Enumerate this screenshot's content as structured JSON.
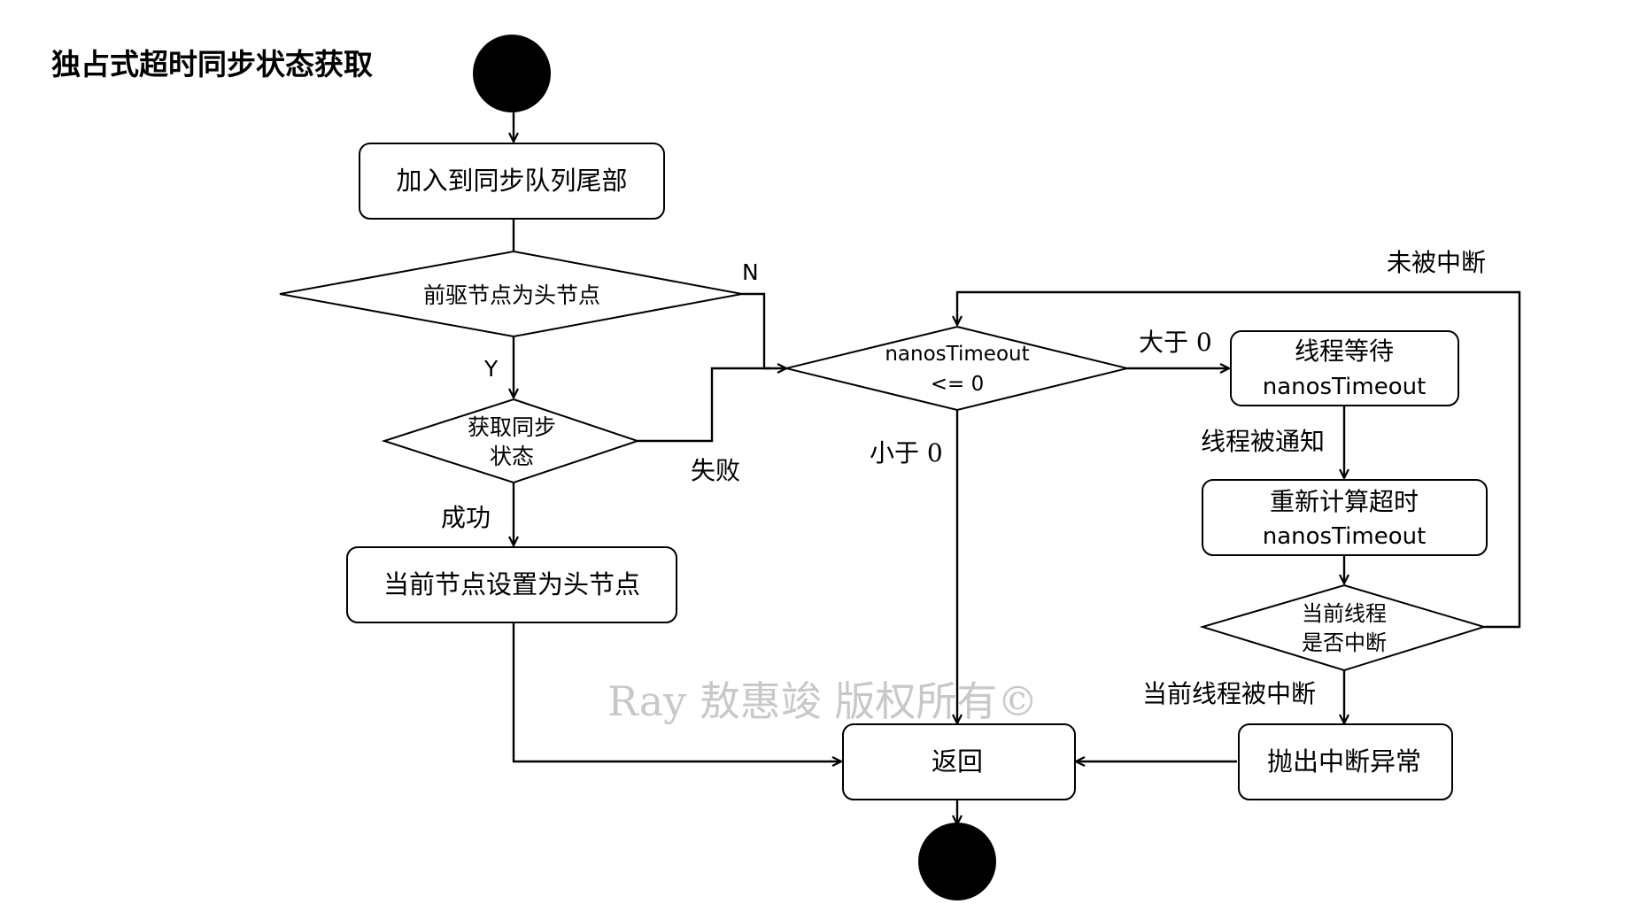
{
  "title": "独占式超时同步状态获取",
  "watermark": "Ray 敖惠竣 版权所有©",
  "nodes": {
    "enqueue": "加入到同步队列尾部",
    "pred_is_head": "前驱节点为头节点",
    "try_acquire": [
      "获取同步",
      "状态"
    ],
    "set_head": "当前节点设置为头节点",
    "timeout_check": [
      "nanosTimeout",
      "<= 0"
    ],
    "thread_wait": [
      "线程等待",
      "nanosTimeout"
    ],
    "recalc_timeout": [
      "重新计算超时",
      "nanosTimeout"
    ],
    "is_interrupted": [
      "当前线程",
      "是否中断"
    ],
    "throw_interrupt": "抛出中断异常",
    "return": "返回"
  },
  "edge_labels": {
    "yes": "Y",
    "no": "N",
    "success": "成功",
    "failure": "失败",
    "greater_than_zero": "大于 0",
    "less_than_zero": "小于 0",
    "notified": "线程被通知",
    "not_interrupted": "未被中断",
    "interrupted": "当前线程被中断"
  },
  "colors": {
    "stroke": "#000000",
    "fill": "#ffffff",
    "watermark": "#c8c8c8"
  }
}
